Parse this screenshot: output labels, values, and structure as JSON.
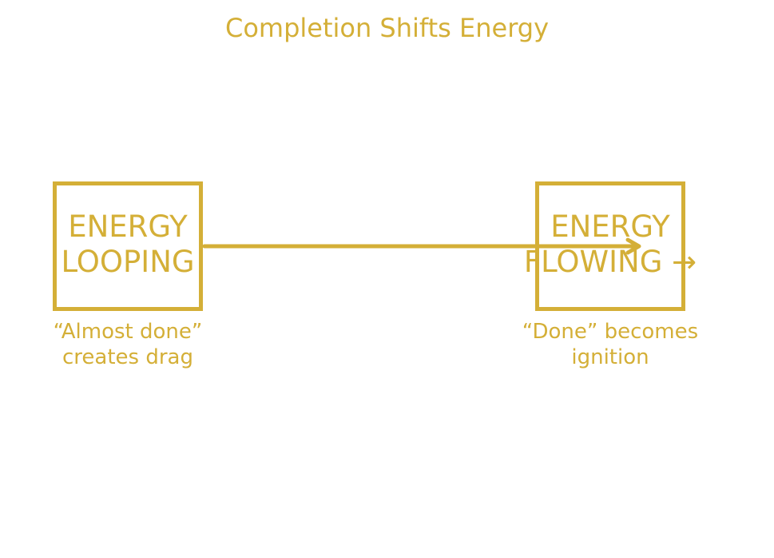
{
  "theme": {
    "accent": "#D4AF37"
  },
  "title": "Completion Shifts Energy",
  "nodes": {
    "left": {
      "line1": "ENERGY",
      "line2": "LOOPING",
      "caption_line1": "“Almost done”",
      "caption_line2": "creates drag"
    },
    "right": {
      "line1": "ENERGY",
      "line2": "FLOWING →",
      "caption_line1": "“Done” becomes",
      "caption_line2": "ignition"
    }
  },
  "connector": {
    "icon": "arrow-right-icon"
  }
}
